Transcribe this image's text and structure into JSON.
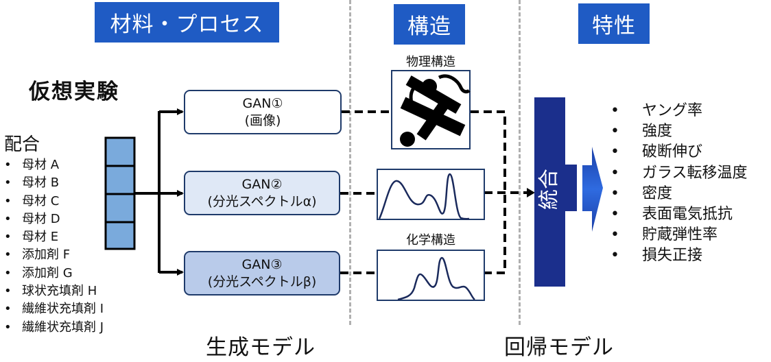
{
  "headers": {
    "materials_process": "材料・プロセス",
    "structure": "構造",
    "properties": "特性"
  },
  "virtual_experiment_title": "仮想実験",
  "formulation": {
    "title": "配合",
    "bullet": "•",
    "items": [
      "母材 A",
      "母材 B",
      "母材 C",
      "母材 D",
      "母材 E",
      "添加剤 F",
      "添加剤 G",
      "球状充填剤 H",
      "繊維状充填剤 I",
      "繊維状充填剤 J"
    ],
    "vector_cells": 4,
    "vector_color": "#7aaadc"
  },
  "gans": [
    {
      "name": "GAN①",
      "output": "(画像)",
      "fill": "#ffffff"
    },
    {
      "name": "GAN②",
      "output": "(分光スペクトルα)",
      "fill": "#dfe8f6"
    },
    {
      "name": "GAN③",
      "output": "(分光スペクトルβ)",
      "fill": "#b9cbea"
    }
  ],
  "structure": {
    "physical_label": "物理構造",
    "chemical_label": "化学構造",
    "spectrum_alpha": "multi-peak spectrum (3 peaks, tallest at right)",
    "spectrum_beta": "multi-peak spectrum (tallest peak center)"
  },
  "integration_label": "統合",
  "properties": {
    "bullet": "•",
    "items": [
      "ヤング率",
      "強度",
      "破断伸び",
      "ガラス転移温度",
      "密度",
      "表面電気抵抗",
      "貯蔵弾性率",
      "損失正接"
    ]
  },
  "footer": {
    "generative_model": "生成モデル",
    "regression_model": "回帰モデル"
  },
  "colors": {
    "header_blue": "#1f5bc4",
    "integration_navy": "#1b2f8c",
    "separator_gray": "#b0b0b0",
    "box_border": "#1e3a6a"
  }
}
